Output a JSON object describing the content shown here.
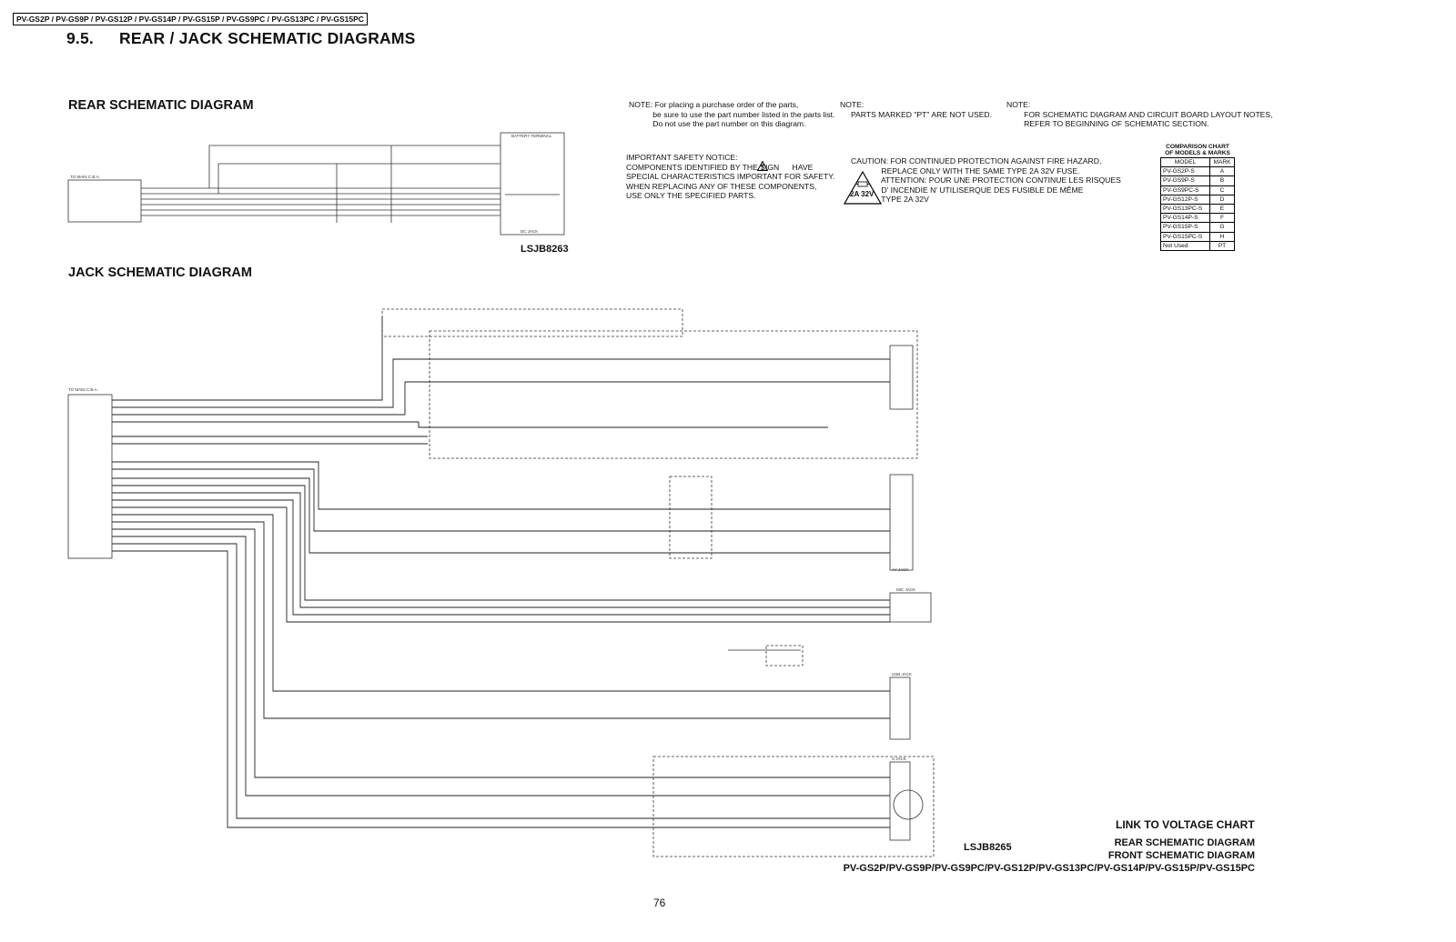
{
  "header": {
    "model_tag": "PV-GS2P / PV-GS9P / PV-GS12P / PV-GS14P / PV-GS15P / PV-GS9PC / PV-GS13PC / PV-GS15PC",
    "section_number": "9.5.",
    "section_title": "REAR / JACK SCHEMATIC DIAGRAMS"
  },
  "rear_title": "REAR SCHEMATIC DIAGRAM",
  "jack_title": "JACK SCHEMATIC DIAGRAM",
  "rear_docno": "LSJB8263",
  "jack_docno": "LSJB8265",
  "notes": {
    "purchase": "NOTE: For placing a purchase order of the parts,\n           be sure to use the part number listed in the parts list.\n           Do not use the part number on this diagram.",
    "pt": "NOTE:\n     PARTS MARKED \"PT\" ARE NOT USED.",
    "schematic": "NOTE:\n        FOR SCHEMATIC DIAGRAM AND CIRCUIT BOARD LAYOUT NOTES,\n        REFER TO BEGINNING OF SCHEMATIC SECTION.",
    "safety": "IMPORTANT SAFETY NOTICE:\nCOMPONENTS IDENTIFIED BY THE SIGN      HAVE\nSPECIAL CHARACTERISTICS IMPORTANT FOR SAFETY.\nWHEN REPLACING ANY OF THESE COMPONENTS,\nUSE ONLY THE SPECIFIED PARTS.",
    "caution": "CAUTION: FOR CONTINUED PROTECTION AGAINST FIRE HAZARD,\n              REPLACE ONLY WITH THE SAME TYPE 2A 32V FUSE.\n              ATTENTION: POUR UNE PROTECTION CONTINUE LES RISQUES\n              D' INCENDIE N' UTILISERQUE DES FUSIBLE DE MÊME\n              TYPE 2A 32V",
    "fuse_label": "2A 32V"
  },
  "comparison_chart": {
    "title_line1": "COMPARISON CHART",
    "title_line2": "OF MODELS & MARKS",
    "header": [
      "MODEL",
      "MARK"
    ],
    "rows": [
      [
        "PV-GS2P-S",
        "A"
      ],
      [
        "PV-GS9P-S",
        "B"
      ],
      [
        "PV-GS9PC-S",
        "C"
      ],
      [
        "PV-GS12P-S",
        "D"
      ],
      [
        "PV-GS13PC-S",
        "E"
      ],
      [
        "PV-GS14P-S",
        "F"
      ],
      [
        "PV-GS15P-S",
        "G"
      ],
      [
        "PV-GS15PC-S",
        "H"
      ],
      [
        "Not Used",
        "PT"
      ]
    ]
  },
  "footer": {
    "link": "LINK TO VOLTAGE CHART",
    "line1": "REAR SCHEMATIC DIAGRAM",
    "line2": "FRONT SCHEMATIC DIAGRAM",
    "line3": "PV-GS2P/PV-GS9P/PV-GS9PC/PV-GS12P/PV-GS13PC/PV-GS14P/PV-GS15P/PV-GS15PC",
    "page_number": "76"
  },
  "schematic_labels": {
    "to_main_rear": "TO MAIN C.B.A.",
    "to_main_jack": "TO MAIN C.B.A.",
    "bat_terminal": "BATTERY TERMINAL",
    "dc_jack": "DC JACK",
    "av_jack": "AV JACK",
    "usb_jack": "USB JACK",
    "s_jack": "S JACK",
    "mic_jack": "MIC JACK"
  }
}
